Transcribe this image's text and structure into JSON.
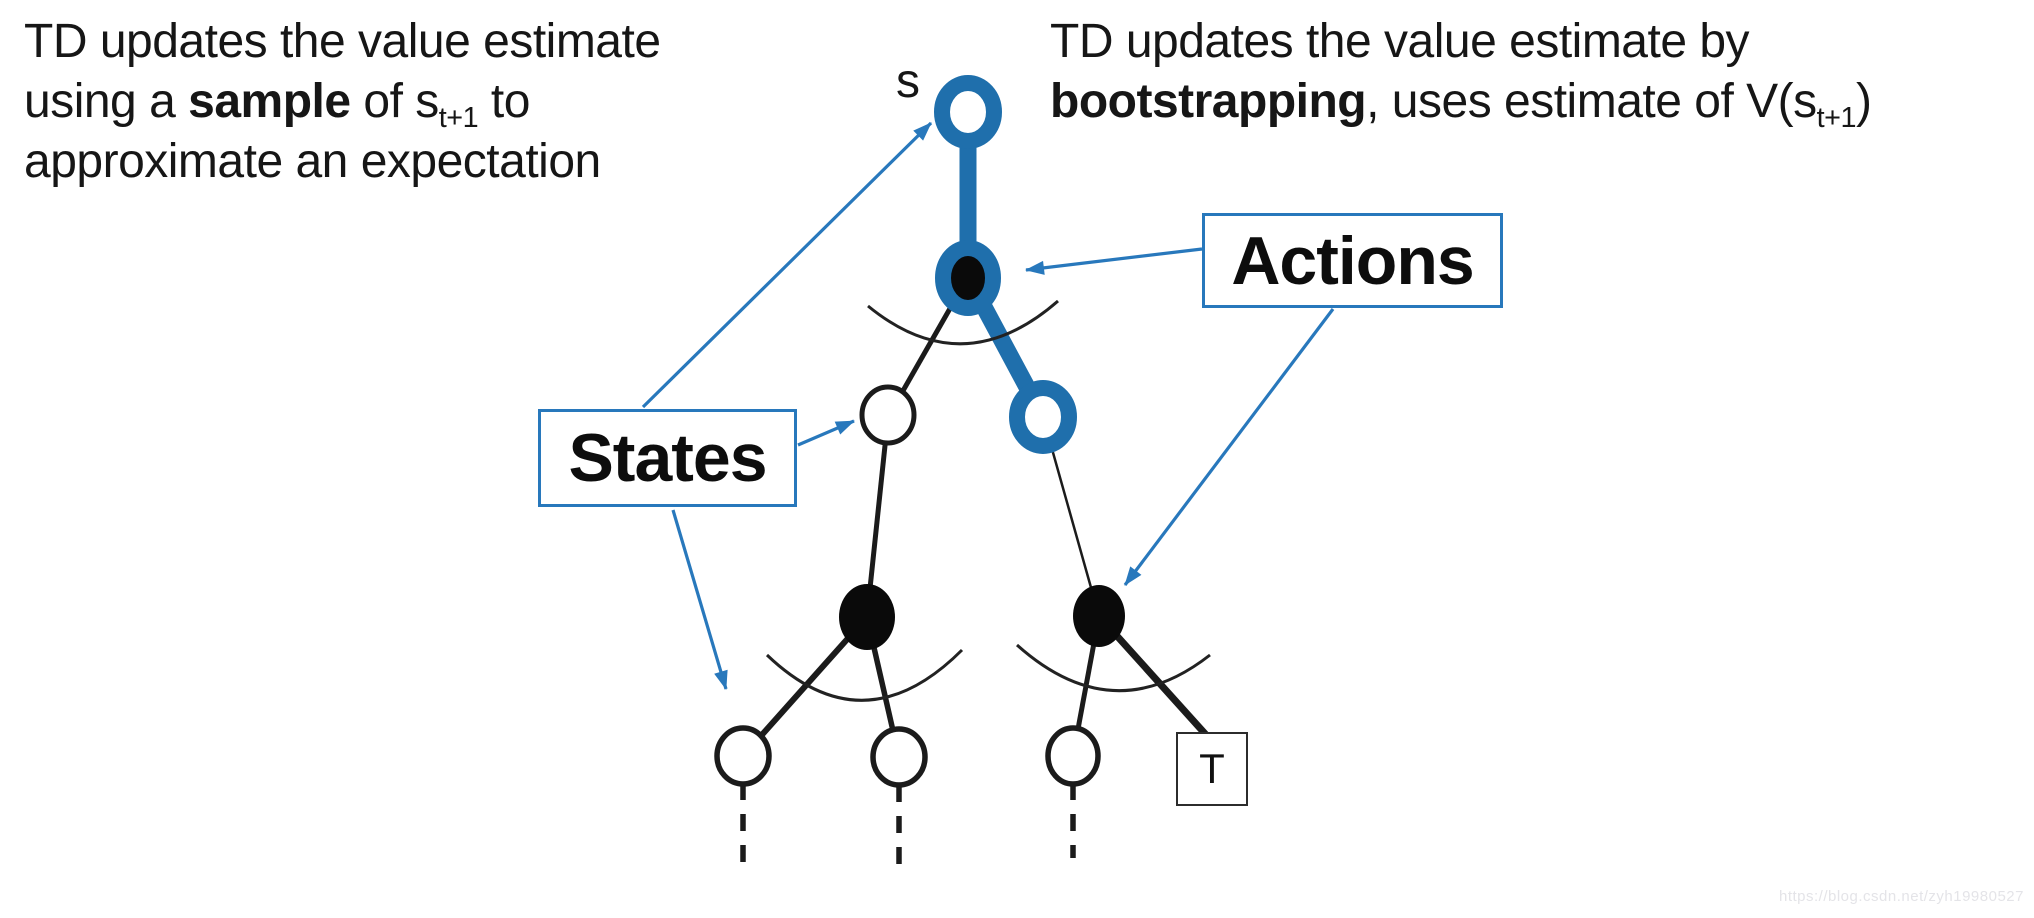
{
  "page": {
    "background": "#ffffff",
    "description_left": "TD sample note",
    "description_right": "TD bootstrap note"
  },
  "colors": {
    "graph_blue": "#1F6FAC",
    "arrow_blue": "#2878BC",
    "text_ink": "#161616",
    "watermark_gray": "#e4e4e8"
  },
  "left_note": {
    "line1": "TD updates the value estimate",
    "line2_pre": "using a ",
    "line2_bold": "sample",
    "line2_mid": " of s",
    "line2_sub": "t+1",
    "line2_post": " to",
    "line3": "approximate an expectation"
  },
  "right_note": {
    "line1": "TD updates the value estimate by",
    "line2_bold": "bootstrapping",
    "line2_mid": ", uses estimate of V(s",
    "line2_sub": "t+1",
    "line2_post": ")"
  },
  "diagram": {
    "root_state_label": "s",
    "states_label": "States",
    "actions_label": "Actions",
    "terminal_label": "T",
    "highlighted_path": "root state -> chosen action -> sampled next state (blue)",
    "node_legend": {
      "open_circle": "state",
      "filled_dot": "action",
      "square": "terminal state"
    }
  },
  "watermark": "https://blog.csdn.net/zyh19980527"
}
